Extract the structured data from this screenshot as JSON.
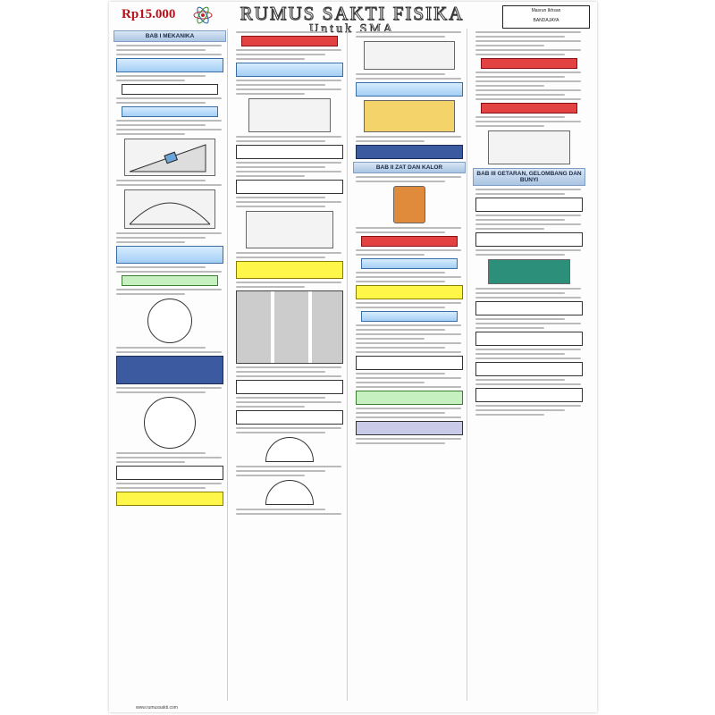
{
  "poster": {
    "price": "Rp15.000",
    "title": "RUMUS SAKTI FISIKA",
    "subtitle": "Untuk SMA",
    "author_lines": [
      "Masrun Ikhsan",
      "BANDAJAYA"
    ],
    "icon": "atom-icon",
    "footer": "www.rumussakti.com"
  },
  "sections": {
    "col1_head": "BAB I MEKANIKA",
    "col3_head": "BAB II ZAT DAN KALOR",
    "col4_head": "BAB III GETARAN, GELOMBANG DAN BUNYI"
  },
  "colors": {
    "price": "#b5121b",
    "section_header": "#aac4e2",
    "highlight_red": "#e34242",
    "highlight_yellow": "#fff64a",
    "highlight_blue": "#a4cff5"
  }
}
